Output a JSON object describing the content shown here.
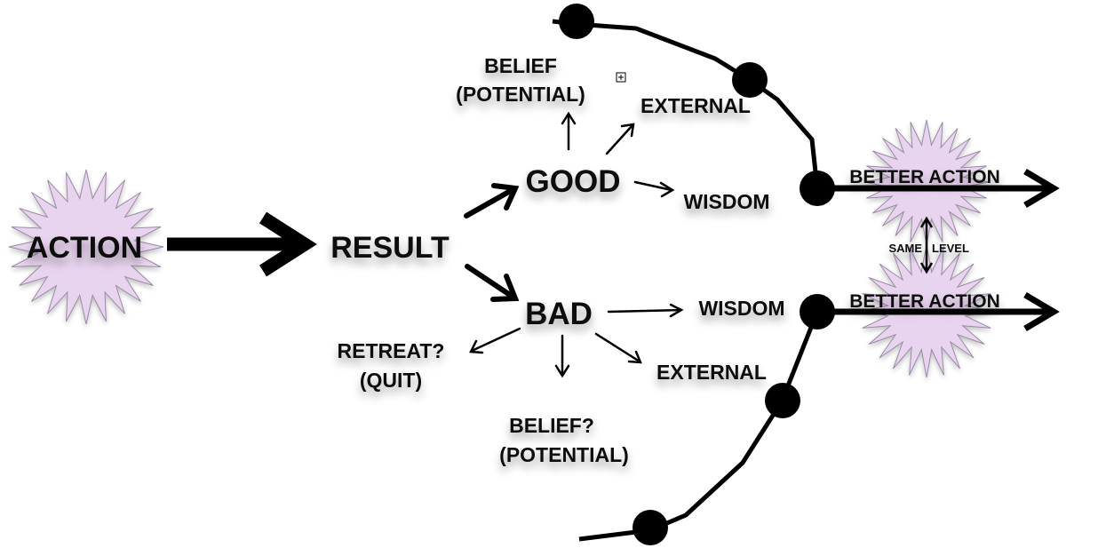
{
  "nodes": {
    "action": "ACTION",
    "result": "RESULT",
    "good": "GOOD",
    "bad": "BAD",
    "good_belief_line1": "BELIEF",
    "good_belief_line2": "(POTENTIAL)",
    "good_external": "EXTERNAL",
    "good_wisdom": "WISDOM",
    "bad_wisdom": "WISDOM",
    "bad_external": "EXTERNAL",
    "retreat_line1": "RETREAT?",
    "retreat_line2": "(QUIT)",
    "bad_belief_line1": "BELIEF?",
    "bad_belief_line2": "(POTENTIAL)",
    "better_action_top": "BETTER ACTION",
    "better_action_bottom": "BETTER ACTION",
    "same_level_left": "SAME",
    "same_level_right": "LEVEL"
  },
  "colors": {
    "good": "#1f6f8b",
    "bad": "#e0260f",
    "burst_fill": "#e9d4ef",
    "burst_stroke": "#9a8aa5",
    "ink": "#000000"
  }
}
